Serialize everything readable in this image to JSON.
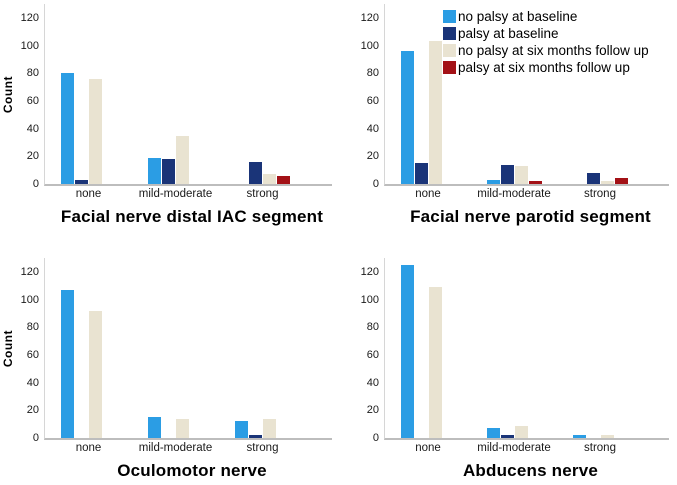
{
  "legend": {
    "position": "top-right",
    "items": [
      {
        "label": "no palsy at baseline",
        "color": "#2b9de4"
      },
      {
        "label": "palsy at baseline",
        "color": "#1a3478"
      },
      {
        "label": "no palsy at six months follow up",
        "color": "#e9e3d1"
      },
      {
        "label": "palsy at six months follow up",
        "color": "#a31116"
      }
    ]
  },
  "chart_data": [
    {
      "type": "bar",
      "title": "Facial nerve distal IAC segment",
      "ylabel": "Count",
      "xlabel": "",
      "categories": [
        "none",
        "mild-moderate",
        "strong"
      ],
      "yticks": [
        0,
        20,
        40,
        60,
        80,
        100,
        120
      ],
      "ylim": [
        0,
        130
      ],
      "grid": false,
      "series": [
        {
          "name": "no palsy at baseline",
          "color": "#2b9de4",
          "values": [
            80,
            19,
            0
          ]
        },
        {
          "name": "palsy at baseline",
          "color": "#1a3478",
          "values": [
            3,
            18,
            16
          ]
        },
        {
          "name": "no palsy at six months follow up",
          "color": "#e9e3d1",
          "values": [
            76,
            35,
            7
          ]
        },
        {
          "name": "palsy at six months follow up",
          "color": "#a31116",
          "values": [
            0,
            0,
            6
          ]
        }
      ]
    },
    {
      "type": "bar",
      "title": "Facial nerve parotid segment",
      "ylabel": "",
      "xlabel": "",
      "categories": [
        "none",
        "mild-moderate",
        "strong"
      ],
      "yticks": [
        0,
        20,
        40,
        60,
        80,
        100,
        120
      ],
      "ylim": [
        0,
        130
      ],
      "grid": false,
      "series": [
        {
          "name": "no palsy at baseline",
          "color": "#2b9de4",
          "values": [
            96,
            3,
            0
          ]
        },
        {
          "name": "palsy at baseline",
          "color": "#1a3478",
          "values": [
            15,
            14,
            8
          ]
        },
        {
          "name": "no palsy at six months follow up",
          "color": "#e9e3d1",
          "values": [
            103,
            13,
            2
          ]
        },
        {
          "name": "palsy at six months follow up",
          "color": "#a31116",
          "values": [
            0,
            2,
            4
          ]
        }
      ]
    },
    {
      "type": "bar",
      "title": "Oculomotor nerve",
      "ylabel": "Count",
      "xlabel": "",
      "categories": [
        "none",
        "mild-moderate",
        "strong"
      ],
      "yticks": [
        0,
        20,
        40,
        60,
        80,
        100,
        120
      ],
      "ylim": [
        0,
        130
      ],
      "grid": false,
      "series": [
        {
          "name": "no palsy at baseline",
          "color": "#2b9de4",
          "values": [
            107,
            15,
            12
          ]
        },
        {
          "name": "palsy at baseline",
          "color": "#1a3478",
          "values": [
            0,
            0,
            2
          ]
        },
        {
          "name": "no palsy at six months follow up",
          "color": "#e9e3d1",
          "values": [
            92,
            14,
            14
          ]
        },
        {
          "name": "palsy at six months follow up",
          "color": "#a31116",
          "values": [
            0,
            0,
            0
          ]
        }
      ]
    },
    {
      "type": "bar",
      "title": "Abducens nerve",
      "ylabel": "",
      "xlabel": "",
      "categories": [
        "none",
        "mild-moderate",
        "strong"
      ],
      "yticks": [
        0,
        20,
        40,
        60,
        80,
        100,
        120
      ],
      "ylim": [
        0,
        130
      ],
      "grid": false,
      "series": [
        {
          "name": "no palsy at baseline",
          "color": "#2b9de4",
          "values": [
            125,
            7,
            2
          ]
        },
        {
          "name": "palsy at baseline",
          "color": "#1a3478",
          "values": [
            0,
            2,
            0
          ]
        },
        {
          "name": "no palsy at six months follow up",
          "color": "#e9e3d1",
          "values": [
            109,
            9,
            2
          ]
        },
        {
          "name": "palsy at six months follow up",
          "color": "#a31116",
          "values": [
            0,
            0,
            0
          ]
        }
      ]
    }
  ]
}
